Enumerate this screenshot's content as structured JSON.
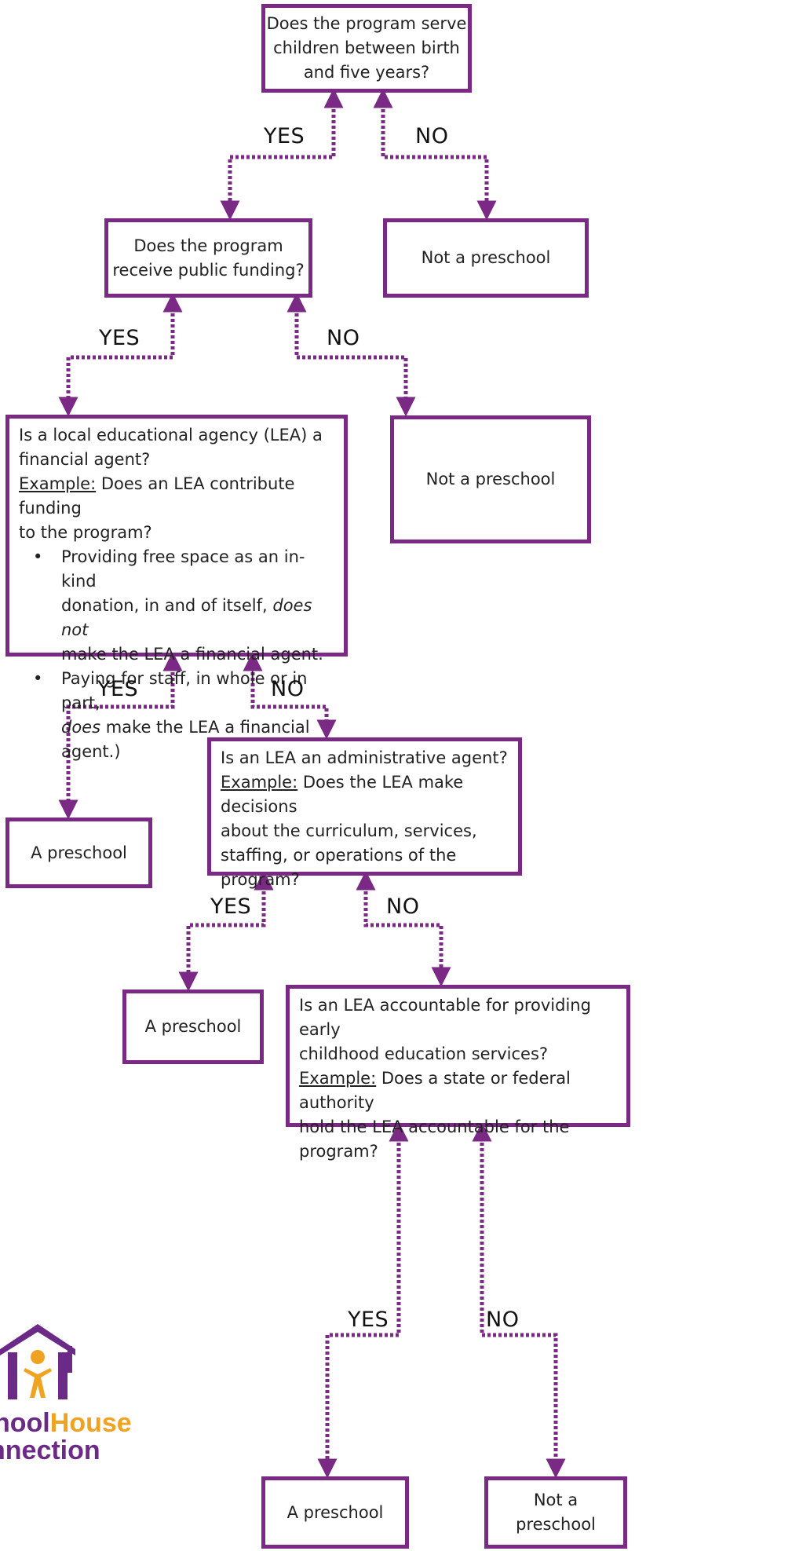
{
  "colors": {
    "border": "#7a2a84",
    "arrow": "#7a2a84",
    "logo_purple": "#6b2a86",
    "logo_orange": "#f0a320"
  },
  "nodes": {
    "q1": {
      "lines": [
        "Does the program serve",
        "children between birth",
        "and five years?"
      ]
    },
    "q2": {
      "lines": [
        "Does the program",
        "receive public funding?"
      ]
    },
    "no1": {
      "text": "Not a preschool"
    },
    "q3": {
      "line1": "Is a local educational agency (LEA) a",
      "line2": "financial agent?",
      "example_label": "Example:",
      "example_text": " Does an LEA contribute funding",
      "example_cont": "to the program?",
      "bullet_char": "•",
      "b1_line1": "Providing free space as an in-kind",
      "b1_line2": "donation, in and of itself, ",
      "b1_italic": "does not",
      "b1_line3": "make the LEA a financial agent.",
      "b2_line1": "Paying for staff, in whole or in part,",
      "b2_italic": "does",
      "b2_line2": " make the LEA a financial agent.)"
    },
    "no2": {
      "text": "Not a preschool"
    },
    "yes1": {
      "text": "A preschool"
    },
    "q4": {
      "line1": "Is an LEA an administrative agent?",
      "example_label": "Example:",
      "example_text": " Does the LEA make decisions",
      "line3": "about the curriculum, services,",
      "line4": "staffing, or operations of the",
      "line5": "program?"
    },
    "yes2": {
      "text": "A preschool"
    },
    "q5": {
      "line1": "Is an LEA accountable for providing early",
      "line2": "childhood education services?",
      "example_label": "Example:",
      "example_text": " Does a state or federal authority",
      "line4": "hold the LEA accountable for the",
      "line5": "program?"
    },
    "yes3": {
      "text": "A preschool"
    },
    "no3": {
      "lines": [
        "Not a",
        "preschool"
      ]
    }
  },
  "labels": {
    "yes": "YES",
    "no": "NO"
  },
  "logo": {
    "part1": "hool",
    "part2": "House",
    "part3": "nnection"
  }
}
